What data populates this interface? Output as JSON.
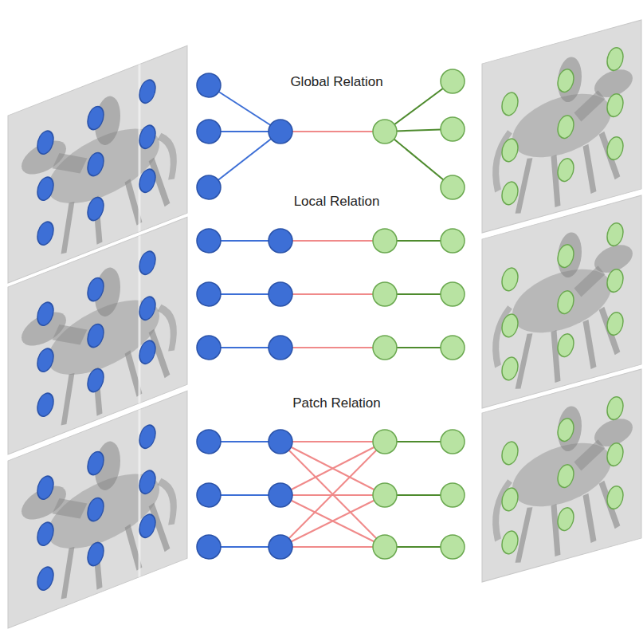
{
  "diagram": {
    "nodes": [
      {
        "text": [
          "Global Relation"
        ]
      },
      {
        "text": [
          "Local Relation"
        ]
      },
      {
        "text": [
          "Patch Relation"
        ]
      }
    ]
  }
}
